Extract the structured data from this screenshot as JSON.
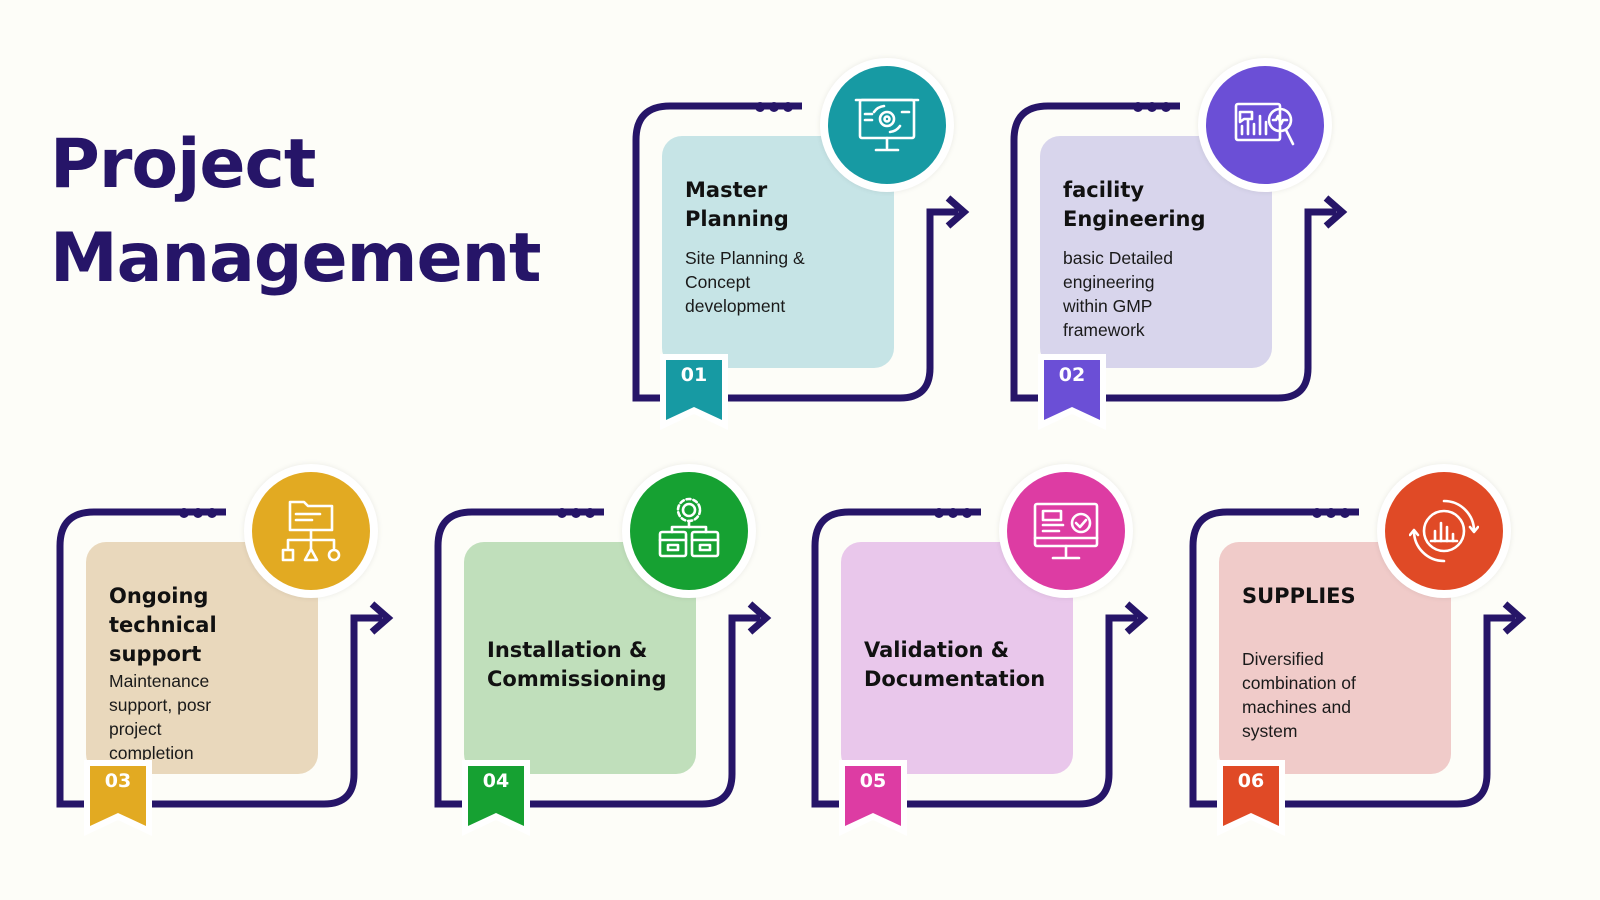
{
  "title": {
    "line1": "Project",
    "line2": "Management"
  },
  "colors": {
    "frame": "#261568",
    "title": "#261568"
  },
  "steps": [
    {
      "num": "01",
      "title_lines": [
        "Master",
        "Planning"
      ],
      "desc_lines": [
        "Site Planning &",
        "Concept",
        "development"
      ],
      "color": "#179aa3",
      "panel": "#c6e4e6",
      "icon": "presentation-gear-icon"
    },
    {
      "num": "02",
      "title_lines": [
        "facility",
        "Engineering"
      ],
      "desc_lines": [
        "basic  Detailed",
        "engineering",
        "within GMP",
        "framework"
      ],
      "color": "#6b4fd6",
      "panel": "#d8d5ec",
      "icon": "analytics-magnifier-icon"
    },
    {
      "num": "03",
      "title_lines": [
        "Ongoing",
        "technical",
        "support"
      ],
      "desc_lines": [
        "Maintenance",
        "support, posr",
        "project",
        "completion"
      ],
      "color": "#e2aa22",
      "panel": "#e9d8bc",
      "icon": "folder-hierarchy-icon"
    },
    {
      "num": "04",
      "title_lines": [
        "Installation &",
        "Commissioning"
      ],
      "desc_lines": [],
      "color": "#16a132",
      "panel": "#c0dfbb",
      "icon": "gear-boxes-icon"
    },
    {
      "num": "05",
      "title_lines": [
        "Validation &",
        "Documentation"
      ],
      "desc_lines": [],
      "color": "#dd3ca3",
      "panel": "#e9c7eb",
      "icon": "monitor-check-icon"
    },
    {
      "num": "06",
      "title_lines": [
        "SUPPLIES"
      ],
      "desc_lines": [
        "Diversified",
        "combination of",
        "machines and",
        "system"
      ],
      "color": "#e04a26",
      "panel": "#f0cbc9",
      "icon": "bar-chart-cycle-icon"
    }
  ]
}
